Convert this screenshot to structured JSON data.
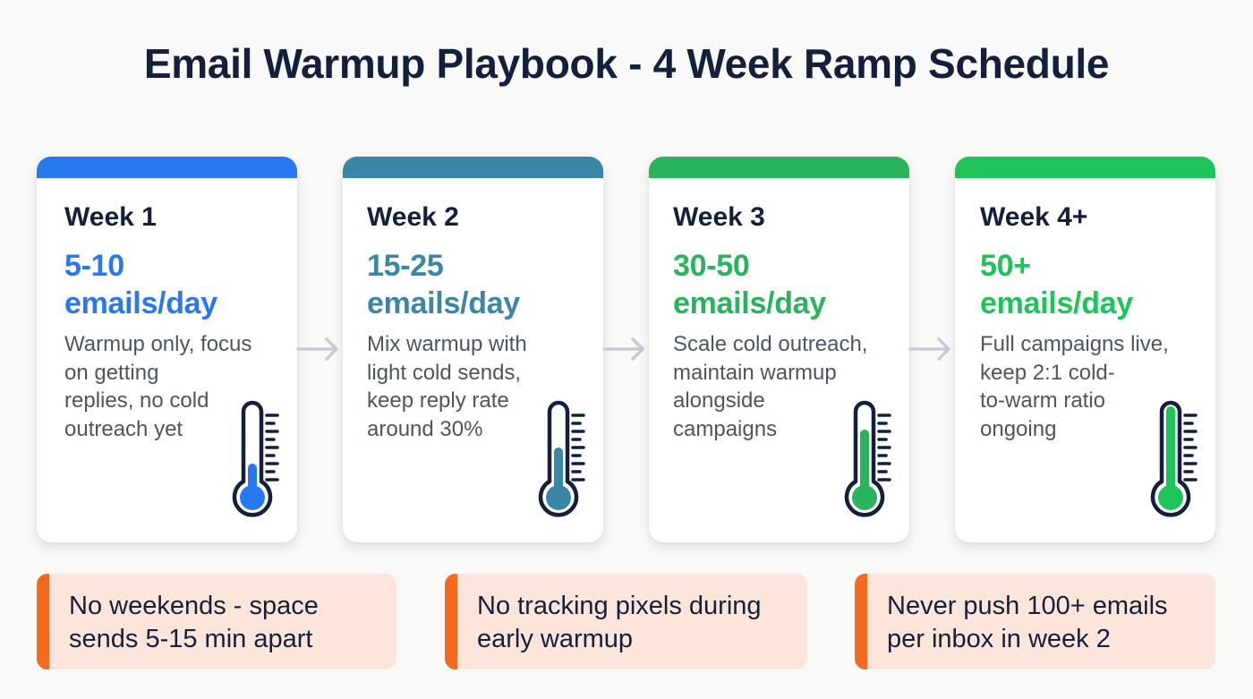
{
  "title": "Email Warmup Playbook - 4 Week Ramp Schedule",
  "colors": {
    "title": "#14203b",
    "week1": "#2a78f0",
    "week2": "#3a86a6",
    "week3": "#28b35c",
    "week4": "#1ec45a",
    "arrow": "#c5ccd8",
    "tip_bg": "#fde5dc",
    "tip_accent": "#f26a1f"
  },
  "cards": [
    {
      "week": "Week 1",
      "range_line1": "5-10",
      "range_line2": "emails/day",
      "desc_lines": [
        "Warmup only, focus",
        "on getting",
        "replies, no cold",
        "outreach yet"
      ],
      "icon": "thermometer-icon",
      "fill_level": "low"
    },
    {
      "week": "Week 2",
      "range_line1": "15-25",
      "range_line2": "emails/day",
      "desc_lines": [
        "Mix warmup with",
        "light cold sends,",
        "keep reply rate",
        "around 30%"
      ],
      "icon": "thermometer-icon",
      "fill_level": "medium"
    },
    {
      "week": "Week 3",
      "range_line1": "30-50",
      "range_line2": "emails/day",
      "desc_lines": [
        "Scale cold outreach,",
        "maintain warmup",
        "alongside",
        "campaigns"
      ],
      "icon": "thermometer-icon",
      "fill_level": "high"
    },
    {
      "week": "Week 4+",
      "range_line1": "50+",
      "range_line2": "emails/day",
      "desc_lines": [
        "Full campaigns live,",
        "keep 2:1 cold-",
        "to-warm ratio",
        "ongoing"
      ],
      "icon": "thermometer-icon",
      "fill_level": "full"
    }
  ],
  "arrows": [
    "arrow-right-icon",
    "arrow-right-icon",
    "arrow-right-icon"
  ],
  "tips": [
    {
      "line1": "No weekends - space",
      "line2": "sends 5-15 min apart"
    },
    {
      "line1": "No tracking pixels during",
      "line2": "early warmup"
    },
    {
      "line1": "Never push 100+ emails",
      "line2": "per inbox in week 2"
    }
  ]
}
